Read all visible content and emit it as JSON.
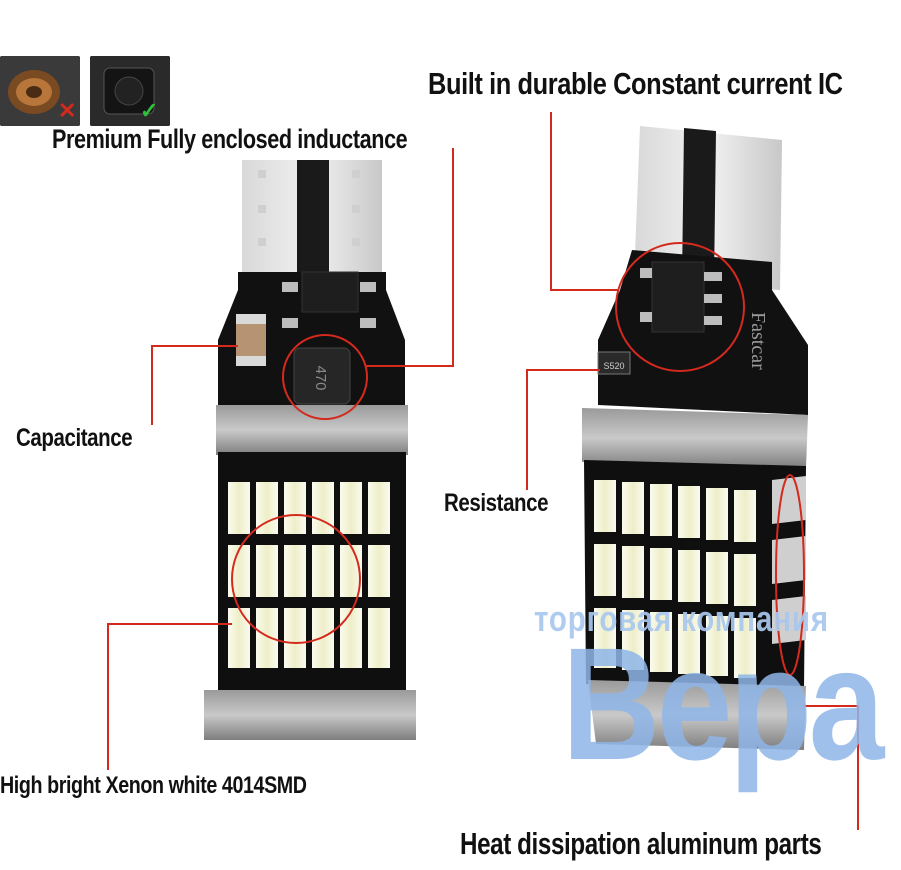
{
  "labels": {
    "constant_current_ic": "Built in durable Constant current IC",
    "enclosed_inductance": "Premium  Fully enclosed inductance",
    "capacitance": "Capacitance",
    "resistance": "Resistance",
    "led_chips": "High bright Xenon white 4014SMD",
    "heat_parts": "Heat dissipation aluminum parts"
  },
  "components": {
    "inductor_marking": "470",
    "resistor_marking": "S520",
    "brand": "Fastcar"
  },
  "watermark": {
    "line1": "торговая компания",
    "line2": "Вера"
  },
  "colors": {
    "callout_red": "#d42a1e",
    "board": "#111111",
    "led": "#f1f0da",
    "watermark_blue": "#8fb6e8"
  }
}
